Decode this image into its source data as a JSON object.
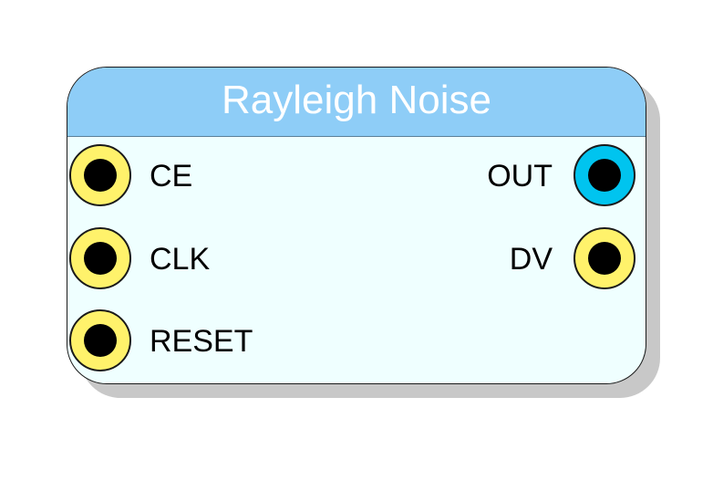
{
  "block": {
    "title": "Rayleigh Noise",
    "inputs": [
      {
        "name": "CE"
      },
      {
        "name": "CLK"
      },
      {
        "name": "RESET"
      }
    ],
    "outputs": [
      {
        "name": "OUT",
        "color": "#00c4ef"
      },
      {
        "name": "DV",
        "color": "#fff26b"
      }
    ]
  },
  "colors": {
    "header": "#8ecdf7",
    "body": "#efffff",
    "port_default": "#fff26b",
    "port_highlight": "#00c4ef"
  }
}
